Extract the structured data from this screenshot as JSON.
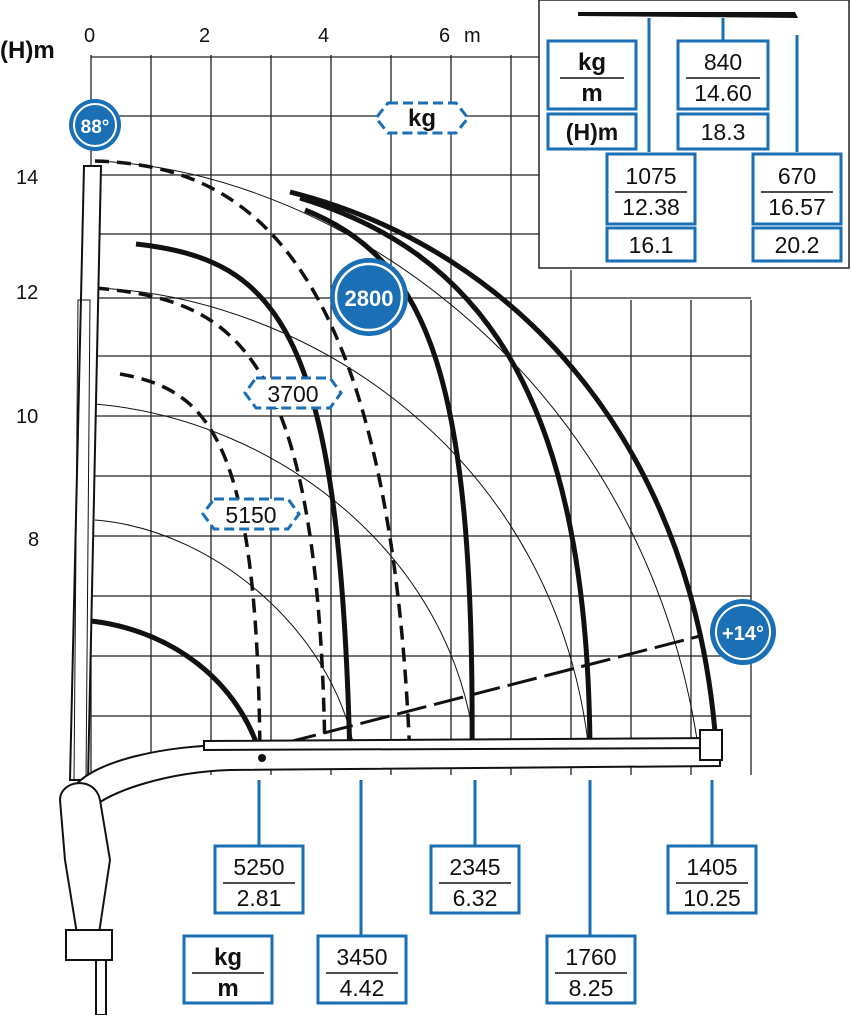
{
  "axis": {
    "y_title": "(H)m",
    "x_unit": "m",
    "x_ticks": [
      "0",
      "2",
      "4",
      "6"
    ],
    "y_ticks": [
      "14",
      "12",
      "10",
      "8"
    ]
  },
  "badges": {
    "angle_top": "88°",
    "angle_low": "+14°",
    "main_capacity": "2800"
  },
  "tags": {
    "kg_tag": "kg",
    "curve_3700": "3700",
    "curve_5150": "5150"
  },
  "legend": {
    "unit_kg": "kg",
    "unit_m": "m",
    "height_label": "(H)m",
    "col_840": {
      "kg": "840",
      "m": "14.60",
      "h": "18.3"
    },
    "col_1075": {
      "kg": "1075",
      "m": "12.38",
      "h": "16.1"
    },
    "col_670": {
      "kg": "670",
      "m": "16.57",
      "h": "20.2"
    }
  },
  "bottom": {
    "unit_kg": "kg",
    "unit_m": "m",
    "items": [
      {
        "kg": "5250",
        "m": "2.81"
      },
      {
        "kg": "3450",
        "m": "4.42"
      },
      {
        "kg": "2345",
        "m": "6.32"
      },
      {
        "kg": "1760",
        "m": "8.25"
      },
      {
        "kg": "1405",
        "m": "10.25"
      }
    ]
  },
  "colors": {
    "accent": "#1a6fb5",
    "grid": "#222222",
    "ink": "#111111"
  }
}
